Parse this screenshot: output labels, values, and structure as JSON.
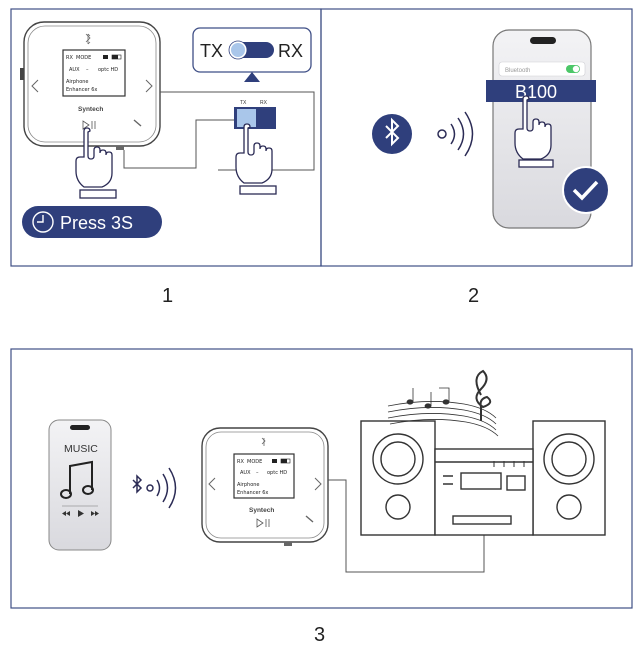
{
  "step1": {
    "number": "1",
    "switch_tx": "TX",
    "switch_rx": "RX",
    "small_tx": "TX",
    "small_rx": "RX",
    "press_label": "Press 3S",
    "device": {
      "row1_left": "RX",
      "row1_mid": "MODE",
      "row2_left": "AUX",
      "row2_mid": "–",
      "row2_right": "optc HD",
      "row3": "Airphone",
      "row4": "Enhancer 6x",
      "brand": "Syntech"
    }
  },
  "step2": {
    "number": "2",
    "phone_setting": "Bluetooth",
    "device_name": "B100"
  },
  "step3": {
    "number": "3",
    "phone_title": "MUSIC",
    "device": {
      "row1_left": "RX",
      "row1_mid": "MODE",
      "row2_left": "AUX",
      "row2_mid": "–",
      "row2_right": "optc HD",
      "row3": "Airphone",
      "row4": "Enhancer 6x",
      "brand": "Syntech"
    }
  },
  "colors": {
    "navy": "#2f3f7c",
    "light_blue": "#a9c6ea",
    "border": "#3f4f86",
    "line": "#555555",
    "check_green": "#4cc768"
  }
}
